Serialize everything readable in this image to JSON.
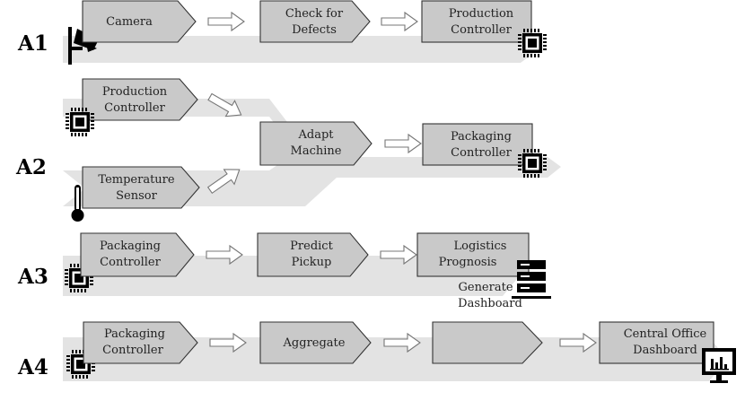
{
  "rows": {
    "a1": {
      "label": "A1",
      "steps": [
        [
          "Camera"
        ],
        [
          "Check for",
          "Defects"
        ],
        [
          "Production",
          "Controller"
        ]
      ]
    },
    "a2": {
      "label": "A2",
      "inputs": [
        [
          "Production",
          "Controller"
        ],
        [
          "Temperature",
          "Sensor"
        ]
      ],
      "steps": [
        [
          "Adapt",
          "Machine"
        ],
        [
          "Packaging",
          "Controller"
        ]
      ]
    },
    "a3": {
      "label": "A3",
      "steps": [
        [
          "Packaging",
          "Controller"
        ],
        [
          "Predict",
          "Pickup"
        ],
        [
          "Logistics",
          "Prognosis"
        ]
      ],
      "note": [
        "Generate",
        "Dashboard"
      ]
    },
    "a4": {
      "label": "A4",
      "steps": [
        [
          "Packaging",
          "Controller"
        ],
        [
          "Aggregate"
        ],
        [],
        [
          "Central Office",
          "Dashboard"
        ]
      ]
    }
  },
  "icons": {
    "camera": "camera-icon",
    "chip": "chip-icon",
    "thermometer": "thermometer-icon",
    "server": "server-icon",
    "monitor": "monitor-chart-icon"
  }
}
